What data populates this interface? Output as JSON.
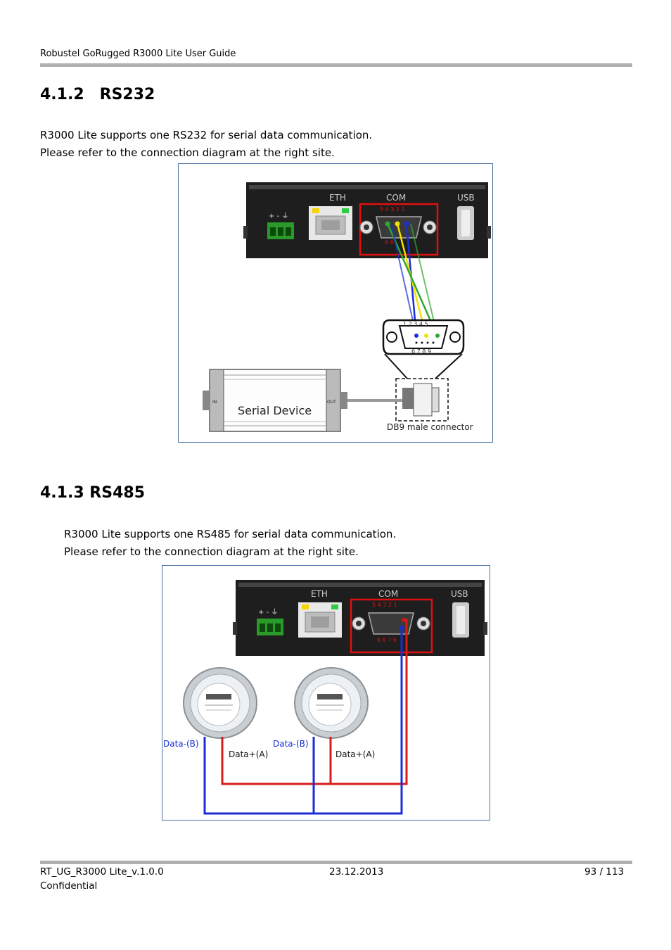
{
  "header": {
    "title": "Robustel GoRugged R3000 Lite User Guide"
  },
  "section_rs232": {
    "number": "4.1.2",
    "title": "RS232",
    "paragraphs": [
      "R3000 Lite supports one RS232 for serial data communication.",
      "Please refer to the connection diagram at the right site."
    ],
    "figure": {
      "eth_label": "ETH",
      "com_label": "COM",
      "usb_label": "USB",
      "power_labels": "+  -  ⏚",
      "com_pins_top": "5 4 3 2 1",
      "com_pins_bottom": "9     6",
      "db9_pins_top": "1 2 3 4 5",
      "db9_pins_bottom": "6 7 8 9",
      "device_label": "Serial Device",
      "in_label": "IN",
      "out_label": "OUT",
      "connector_label": "DB9 male connector",
      "wire_colors": [
        "#1a2ed8",
        "#f2e100",
        "#2ea82e"
      ]
    }
  },
  "section_rs485": {
    "title": "4.1.3 RS485",
    "paragraphs": [
      "R3000 Lite supports one RS485 for serial data communication.",
      "Please refer to the connection diagram at the right site."
    ],
    "figure": {
      "eth_label": "ETH",
      "com_label": "COM",
      "usb_label": "USB",
      "power_labels": "+  -  ⏚",
      "com_pins_top": "5 4 3 2 1",
      "com_pins_bottom": "9 8 7 6",
      "meter1_data_minus": "Data-(B)",
      "meter1_data_plus": "Data+(A)",
      "meter2_data_minus": "Data-(B)",
      "meter2_data_plus": "Data+(A)",
      "wire_colors": [
        "#d81a1a",
        "#1a2ed8"
      ]
    }
  },
  "footer": {
    "doc_id": "RT_UG_R3000 Lite_v.1.0.0",
    "date": "23.12.2013",
    "page": "93 / 113",
    "classification": "Confidential"
  }
}
